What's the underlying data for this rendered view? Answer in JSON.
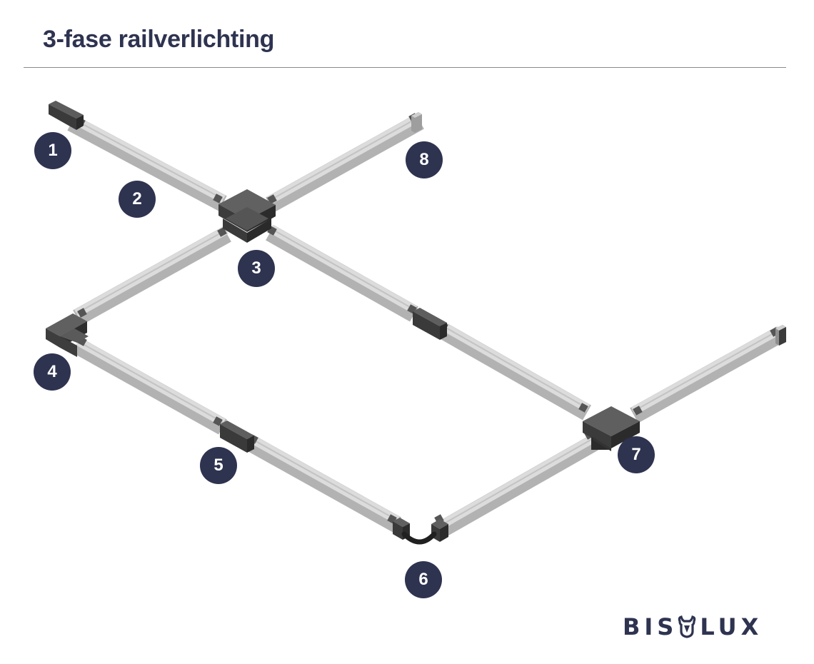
{
  "header": {
    "title": "3-fase railverlichting"
  },
  "callouts": [
    {
      "label": "1"
    },
    {
      "label": "2"
    },
    {
      "label": "3"
    },
    {
      "label": "4"
    },
    {
      "label": "5"
    },
    {
      "label": "6"
    },
    {
      "label": "7"
    },
    {
      "label": "8"
    }
  ],
  "brand": {
    "prefix": "BIS",
    "suffix": "LUX"
  },
  "colors": {
    "accent": "#2e3350",
    "rail_top": "#d9d9d9",
    "rail_side": "#b4b4b4",
    "rail_groove": "#c6c6c6",
    "connector_top": "#606060",
    "connector_side": "#2f2f2f"
  }
}
